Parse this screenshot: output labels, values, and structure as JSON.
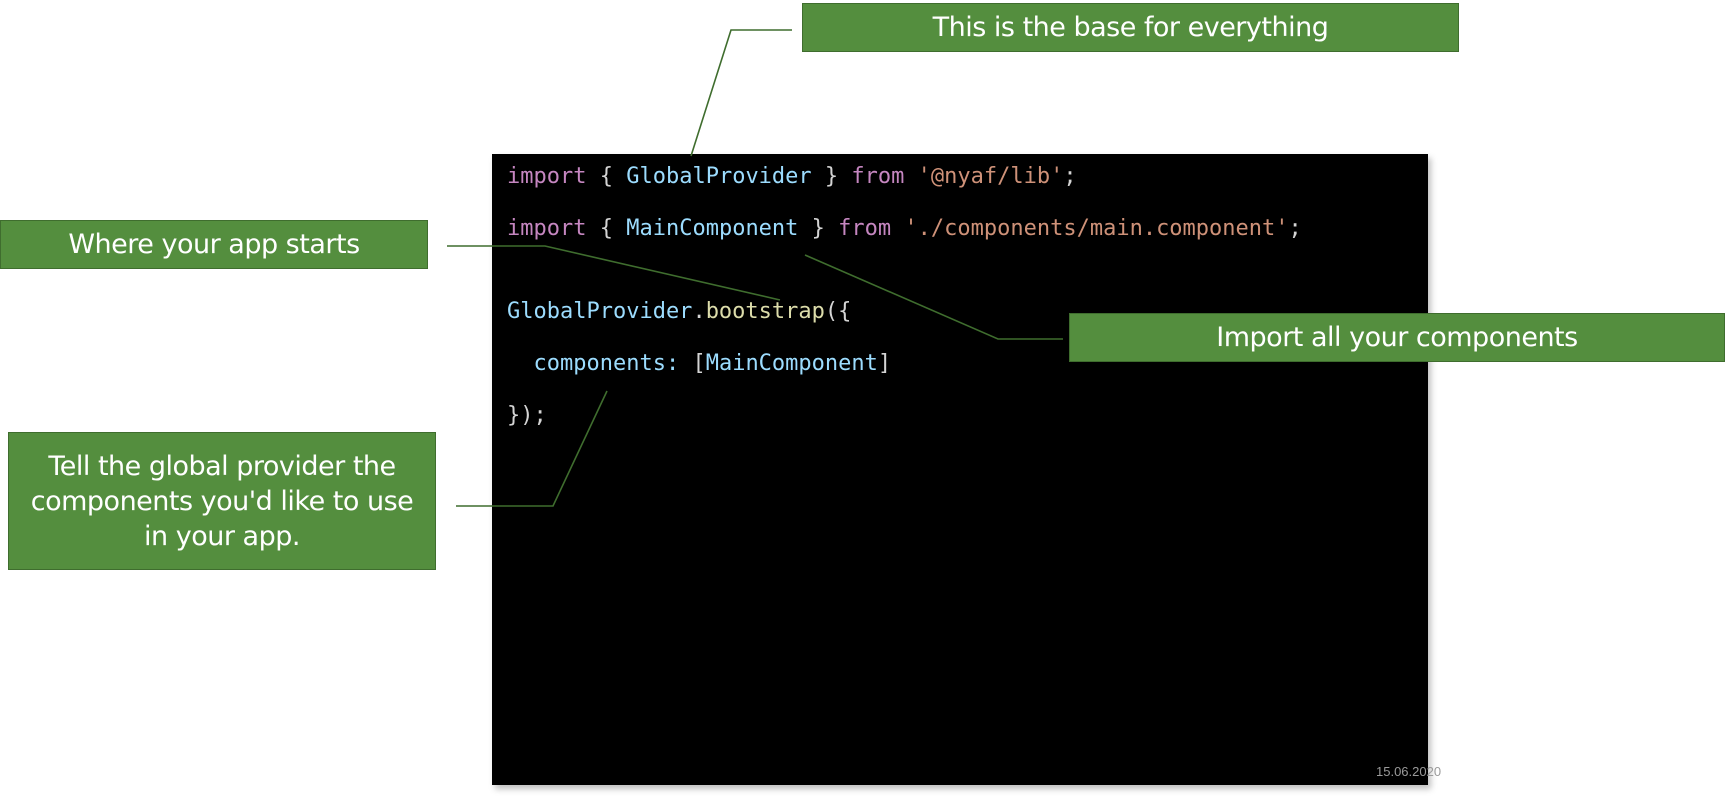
{
  "code": {
    "line1": {
      "kw_import": "import",
      "open_brace": " { ",
      "name": "GlobalProvider",
      "close_brace": " } ",
      "kw_from": "from",
      "space": " ",
      "path": "'@nyaf/lib'",
      "semicolon": ";"
    },
    "line2": {
      "kw_import": "import",
      "open_brace": " { ",
      "name": "MainComponent",
      "close_brace": " } ",
      "kw_from": "from",
      "space": " ",
      "path": "'./components/main.component'",
      "semicolon": ";"
    },
    "line3": {
      "object": "GlobalProvider",
      "dot": ".",
      "method": "bootstrap",
      "open": "({"
    },
    "line4": {
      "indent": "  ",
      "key": "components:",
      "space": " ",
      "open_bracket": "[",
      "value": "MainComponent",
      "close_bracket": "]"
    },
    "line5": {
      "close": "});"
    }
  },
  "callouts": {
    "base": "This is the base for everything",
    "start": "Where your app starts",
    "imports": "Import all your components",
    "components": "Tell the global provider the components you'd like to use in your app."
  },
  "footer": {
    "date": "15.06.2020"
  },
  "colors": {
    "callout_fill": "#548e3e",
    "callout_border": "#3f6d2e",
    "leader_line": "#3f6d2e",
    "code_background": "#000000",
    "keyword": "#c586c0",
    "identifier": "#9cdcfe",
    "string": "#ce9178"
  }
}
